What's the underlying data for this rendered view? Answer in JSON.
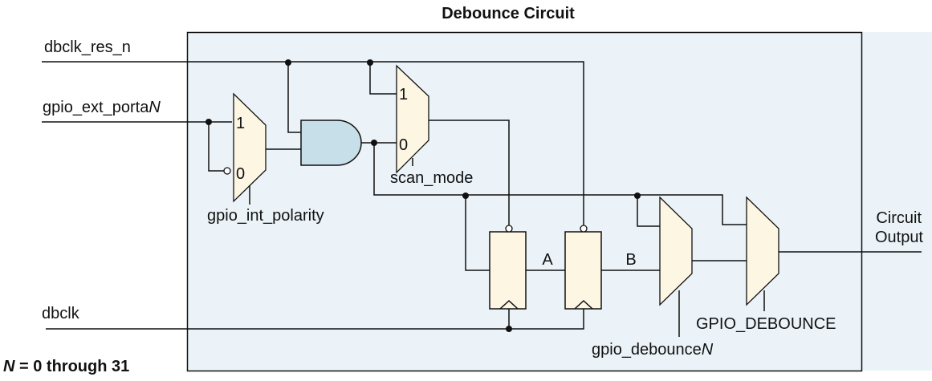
{
  "title": "Debounce Circuit",
  "inputs": {
    "reset": "dbclk_res_n",
    "gpio_port_prefix": "gpio_ext_porta",
    "gpio_port_suffix": "N",
    "clock": "dbclk"
  },
  "output": {
    "line1": "Circuit",
    "line2": "Output"
  },
  "mux_polarity": {
    "input_1": "1",
    "input_0": "0",
    "select": "gpio_int_polarity"
  },
  "mux_scan": {
    "input_1": "1",
    "input_0": "0",
    "select": "scan_mode"
  },
  "signals": {
    "a": "A",
    "b": "B"
  },
  "mux_debounce_n": {
    "select_prefix": "gpio_debounce",
    "select_suffix": "N"
  },
  "mux_debounce_global": {
    "select": "GPIO_DEBOUNCE"
  },
  "footnote": {
    "var": "N",
    "text": " = 0 through 31"
  },
  "colors": {
    "box_fill": "#ebf3f8",
    "mux_fill": "#fdf6e3",
    "and_fill": "#c7dfe8"
  }
}
